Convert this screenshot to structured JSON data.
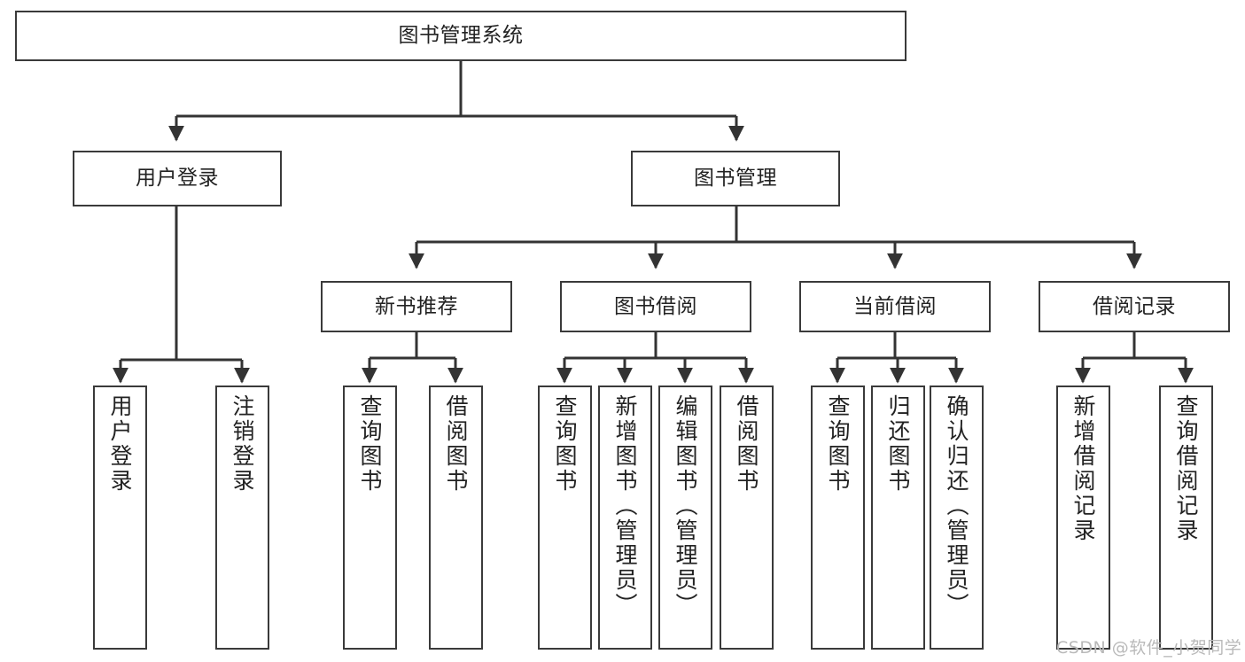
{
  "diagram": {
    "title": "图书管理系统",
    "type": "hierarchy-tree",
    "watermark": "CSDN @软件_小贺同学",
    "colors": {
      "node_border": "#3a3a3a",
      "node_fill": "#ffffff",
      "edge": "#333333",
      "text": "#222222",
      "watermark": "#b9b9b9",
      "background": "#ffffff"
    },
    "root": {
      "label": "图书管理系统"
    },
    "level2": [
      {
        "label": "用户登录"
      },
      {
        "label": "图书管理"
      }
    ],
    "level3": [
      {
        "label": "新书推荐"
      },
      {
        "label": "图书借阅"
      },
      {
        "label": "当前借阅"
      },
      {
        "label": "借阅记录"
      }
    ],
    "leaves": {
      "user_login": [
        {
          "label": "用户登录"
        },
        {
          "label": "注销登录"
        }
      ],
      "new_book_recommend": [
        {
          "label": "查询图书"
        },
        {
          "label": "借阅图书"
        }
      ],
      "book_borrow": [
        {
          "label": "查询图书"
        },
        {
          "label": "新增图书（管理员）"
        },
        {
          "label": "编辑图书（管理员）"
        },
        {
          "label": "借阅图书"
        }
      ],
      "current_borrow": [
        {
          "label": "查询图书"
        },
        {
          "label": "归还图书"
        },
        {
          "label": "确认归还（管理员）"
        }
      ],
      "borrow_records": [
        {
          "label": "新增借阅记录"
        },
        {
          "label": "查询借阅记录"
        }
      ]
    }
  }
}
